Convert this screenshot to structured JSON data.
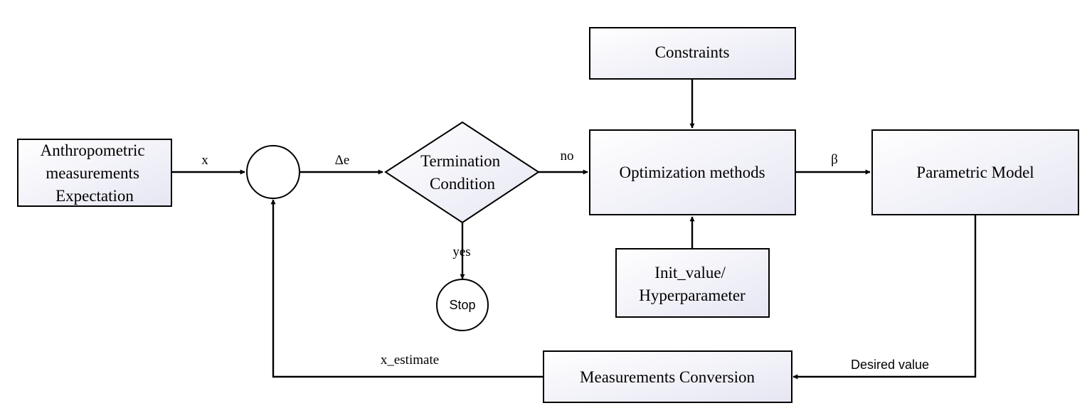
{
  "nodes": {
    "anthropometric": [
      "Anthropometric",
      "measurements",
      "Expectation"
    ],
    "termination": [
      "Termination",
      "Condition"
    ],
    "constraints": "Constraints",
    "optimization": "Optimization methods",
    "parametric_model": "Parametric Model",
    "init_value": [
      "Init_value/",
      "Hyperparameter"
    ],
    "measurements_conversion": "Measurements Conversion",
    "stop": "Stop"
  },
  "edge_labels": {
    "x": "x",
    "delta_e": "Δe",
    "no": "no",
    "yes": "yes",
    "beta": "β",
    "x_estimate": "x_estimate",
    "desired_value": "Desired value"
  }
}
